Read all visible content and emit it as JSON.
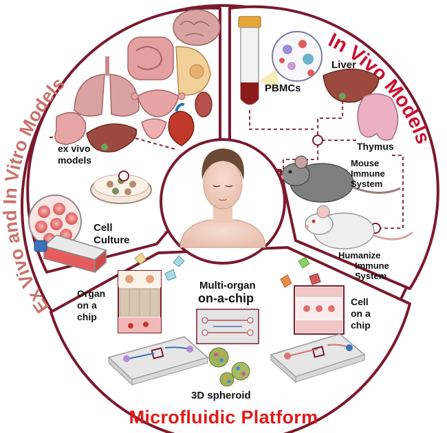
{
  "sections": {
    "in_vitro_title": "Ex Vivo  and  In Vitro Models",
    "in_vivo_title": "In Vivo Models",
    "microfluidic_title": "Microfluidic Platform"
  },
  "labels": {
    "ex_vivo_line1": "ex vivo",
    "ex_vivo_line2": "models",
    "cell_culture_line1": "Cell",
    "cell_culture_line2": "Culture",
    "pbmcs": "PBMCs",
    "liver": "Liver",
    "thymus": "Thymus",
    "mouse_line1": "Mouse",
    "mouse_line2": "Immune",
    "mouse_line3": "System",
    "humanize_line1": "Humanize",
    "humanize_line2": "Immune",
    "humanize_line3": "System",
    "organ_chip_line1": "Organ",
    "organ_chip_line2": "on a",
    "organ_chip_line3": "chip",
    "multi_organ_line1": "Multi-organ",
    "multi_organ_line2": "on-a-chip",
    "cell_chip_line1": "Cell",
    "cell_chip_line2": "on a",
    "cell_chip_line3": "chip",
    "spheroid": "3D spheroid"
  },
  "colors": {
    "border": "#7a1a2e",
    "in_vitro_title": "#c9736d",
    "in_vivo_title": "#c8102e",
    "microfluidic_title": "#e01b1b",
    "organ": "#c98a8a",
    "liver": "#9c4a3f",
    "tissue_pink": "#f2c6c6",
    "mouse_gray": "#7e7e7e",
    "mouse_white": "#eeeeee",
    "chip_glass": "#dcdcdc"
  }
}
